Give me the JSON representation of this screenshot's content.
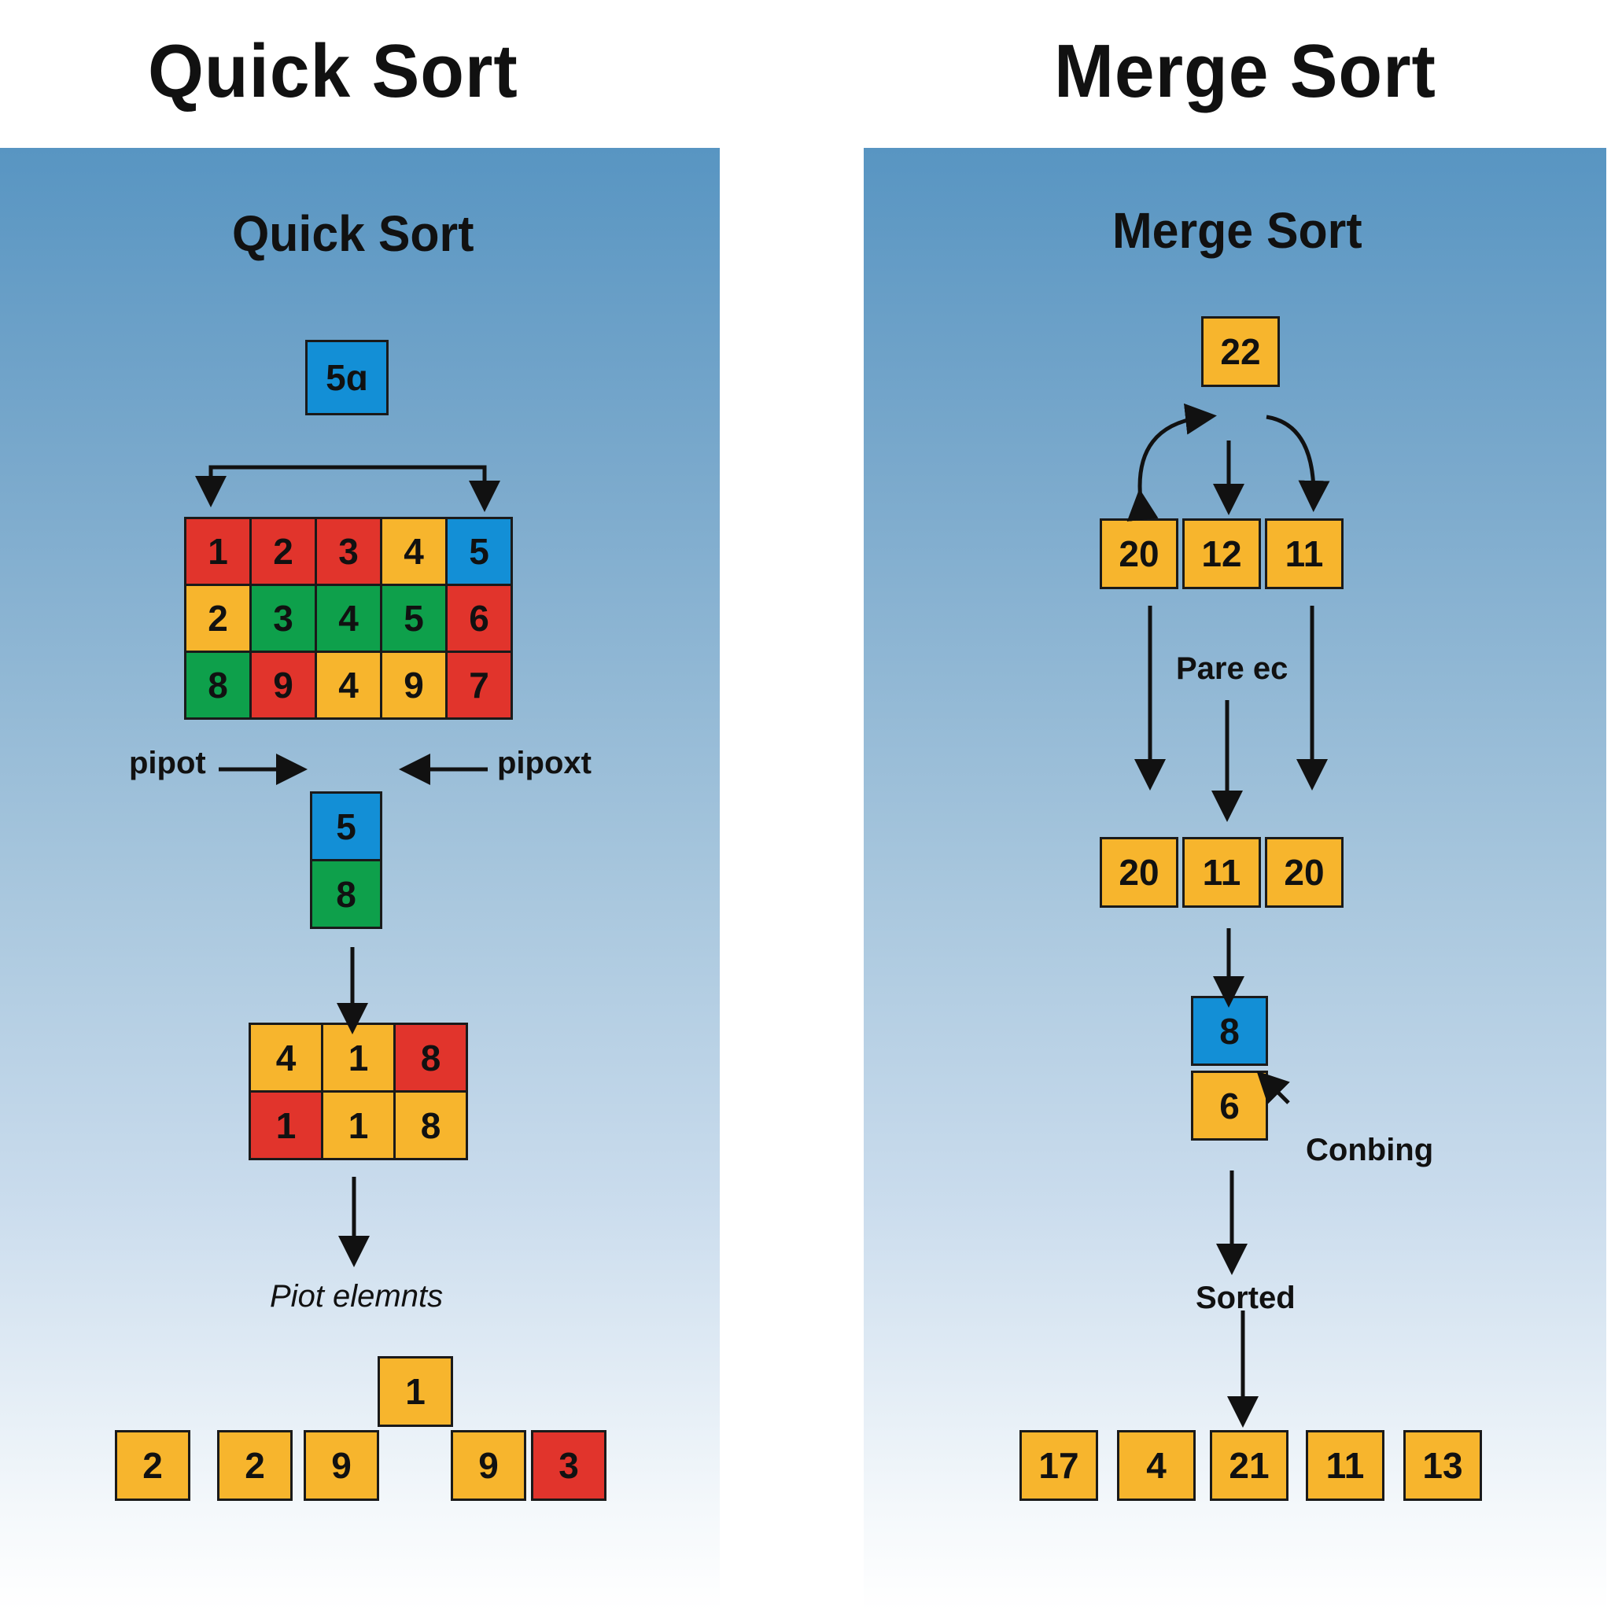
{
  "colors": {
    "red": "#e1342c",
    "yellow": "#f7b52d",
    "green": "#0ea04b",
    "blue": "#138fd6"
  },
  "quick_sort": {
    "heading": "Quick Sort",
    "panel_title": "Quick Sort",
    "top_cell": {
      "value": "5ɑ",
      "color": "blue"
    },
    "grid": [
      [
        {
          "value": "1",
          "color": "red"
        },
        {
          "value": "2",
          "color": "red"
        },
        {
          "value": "3",
          "color": "red"
        },
        {
          "value": "4",
          "color": "yellow"
        },
        {
          "value": "5",
          "color": "blue"
        }
      ],
      [
        {
          "value": "2",
          "color": "yellow"
        },
        {
          "value": "3",
          "color": "green"
        },
        {
          "value": "4",
          "color": "green"
        },
        {
          "value": "5",
          "color": "green"
        },
        {
          "value": "6",
          "color": "red"
        }
      ],
      [
        {
          "value": "8",
          "color": "green"
        },
        {
          "value": "9",
          "color": "red"
        },
        {
          "value": "4",
          "color": "yellow"
        },
        {
          "value": "9",
          "color": "yellow"
        },
        {
          "value": "7",
          "color": "red"
        }
      ]
    ],
    "pivot_left_label": "pipot",
    "pivot_right_label": "pipoxt",
    "stack": [
      {
        "value": "5",
        "color": "blue"
      },
      {
        "value": "8",
        "color": "green"
      }
    ],
    "small_grid": [
      [
        {
          "value": "4",
          "color": "yellow"
        },
        {
          "value": "1",
          "color": "yellow"
        },
        {
          "value": "8",
          "color": "red"
        }
      ],
      [
        {
          "value": "1",
          "color": "red"
        },
        {
          "value": "1",
          "color": "yellow"
        },
        {
          "value": "8",
          "color": "yellow"
        }
      ]
    ],
    "caption": "Piot elemnts",
    "top_single": {
      "value": "1",
      "color": "yellow"
    },
    "bottom_row": [
      {
        "value": "2",
        "color": "yellow"
      },
      {
        "value": "2",
        "color": "yellow"
      },
      {
        "value": "9",
        "color": "yellow"
      },
      {
        "value": "9",
        "color": "yellow"
      },
      {
        "value": "3",
        "color": "red"
      }
    ]
  },
  "merge_sort": {
    "heading": "Merge Sort",
    "panel_title": "Merge Sort",
    "top_cell": {
      "value": "22",
      "color": "yellow"
    },
    "row1": [
      {
        "value": "20",
        "color": "yellow"
      },
      {
        "value": "12",
        "color": "yellow"
      },
      {
        "value": "11",
        "color": "yellow"
      }
    ],
    "mid_label": "Pare ec",
    "row2": [
      {
        "value": "20",
        "color": "yellow"
      },
      {
        "value": "11",
        "color": "yellow"
      },
      {
        "value": "20",
        "color": "yellow"
      }
    ],
    "stack": [
      {
        "value": "8",
        "color": "blue"
      },
      {
        "value": "6",
        "color": "yellow"
      }
    ],
    "combining_label": "Conbing",
    "sorted_label": "Sorted",
    "bottom_row": [
      {
        "value": "17",
        "color": "yellow"
      },
      {
        "value": "4",
        "color": "yellow"
      },
      {
        "value": "21",
        "color": "yellow"
      },
      {
        "value": "11",
        "color": "yellow"
      },
      {
        "value": "13",
        "color": "yellow"
      }
    ]
  }
}
